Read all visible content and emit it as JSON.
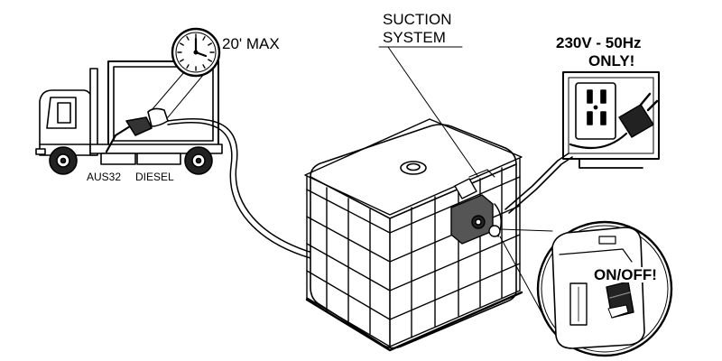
{
  "labels": {
    "max_time": "20' MAX",
    "suction_line1": "SUCTION",
    "suction_line2": "SYSTEM",
    "voltage_line1": "230V  -  50Hz",
    "voltage_line2": "ONLY!",
    "on_off": "ON/OFF!",
    "aus32": "AUS32",
    "diesel": "DIESEL"
  }
}
